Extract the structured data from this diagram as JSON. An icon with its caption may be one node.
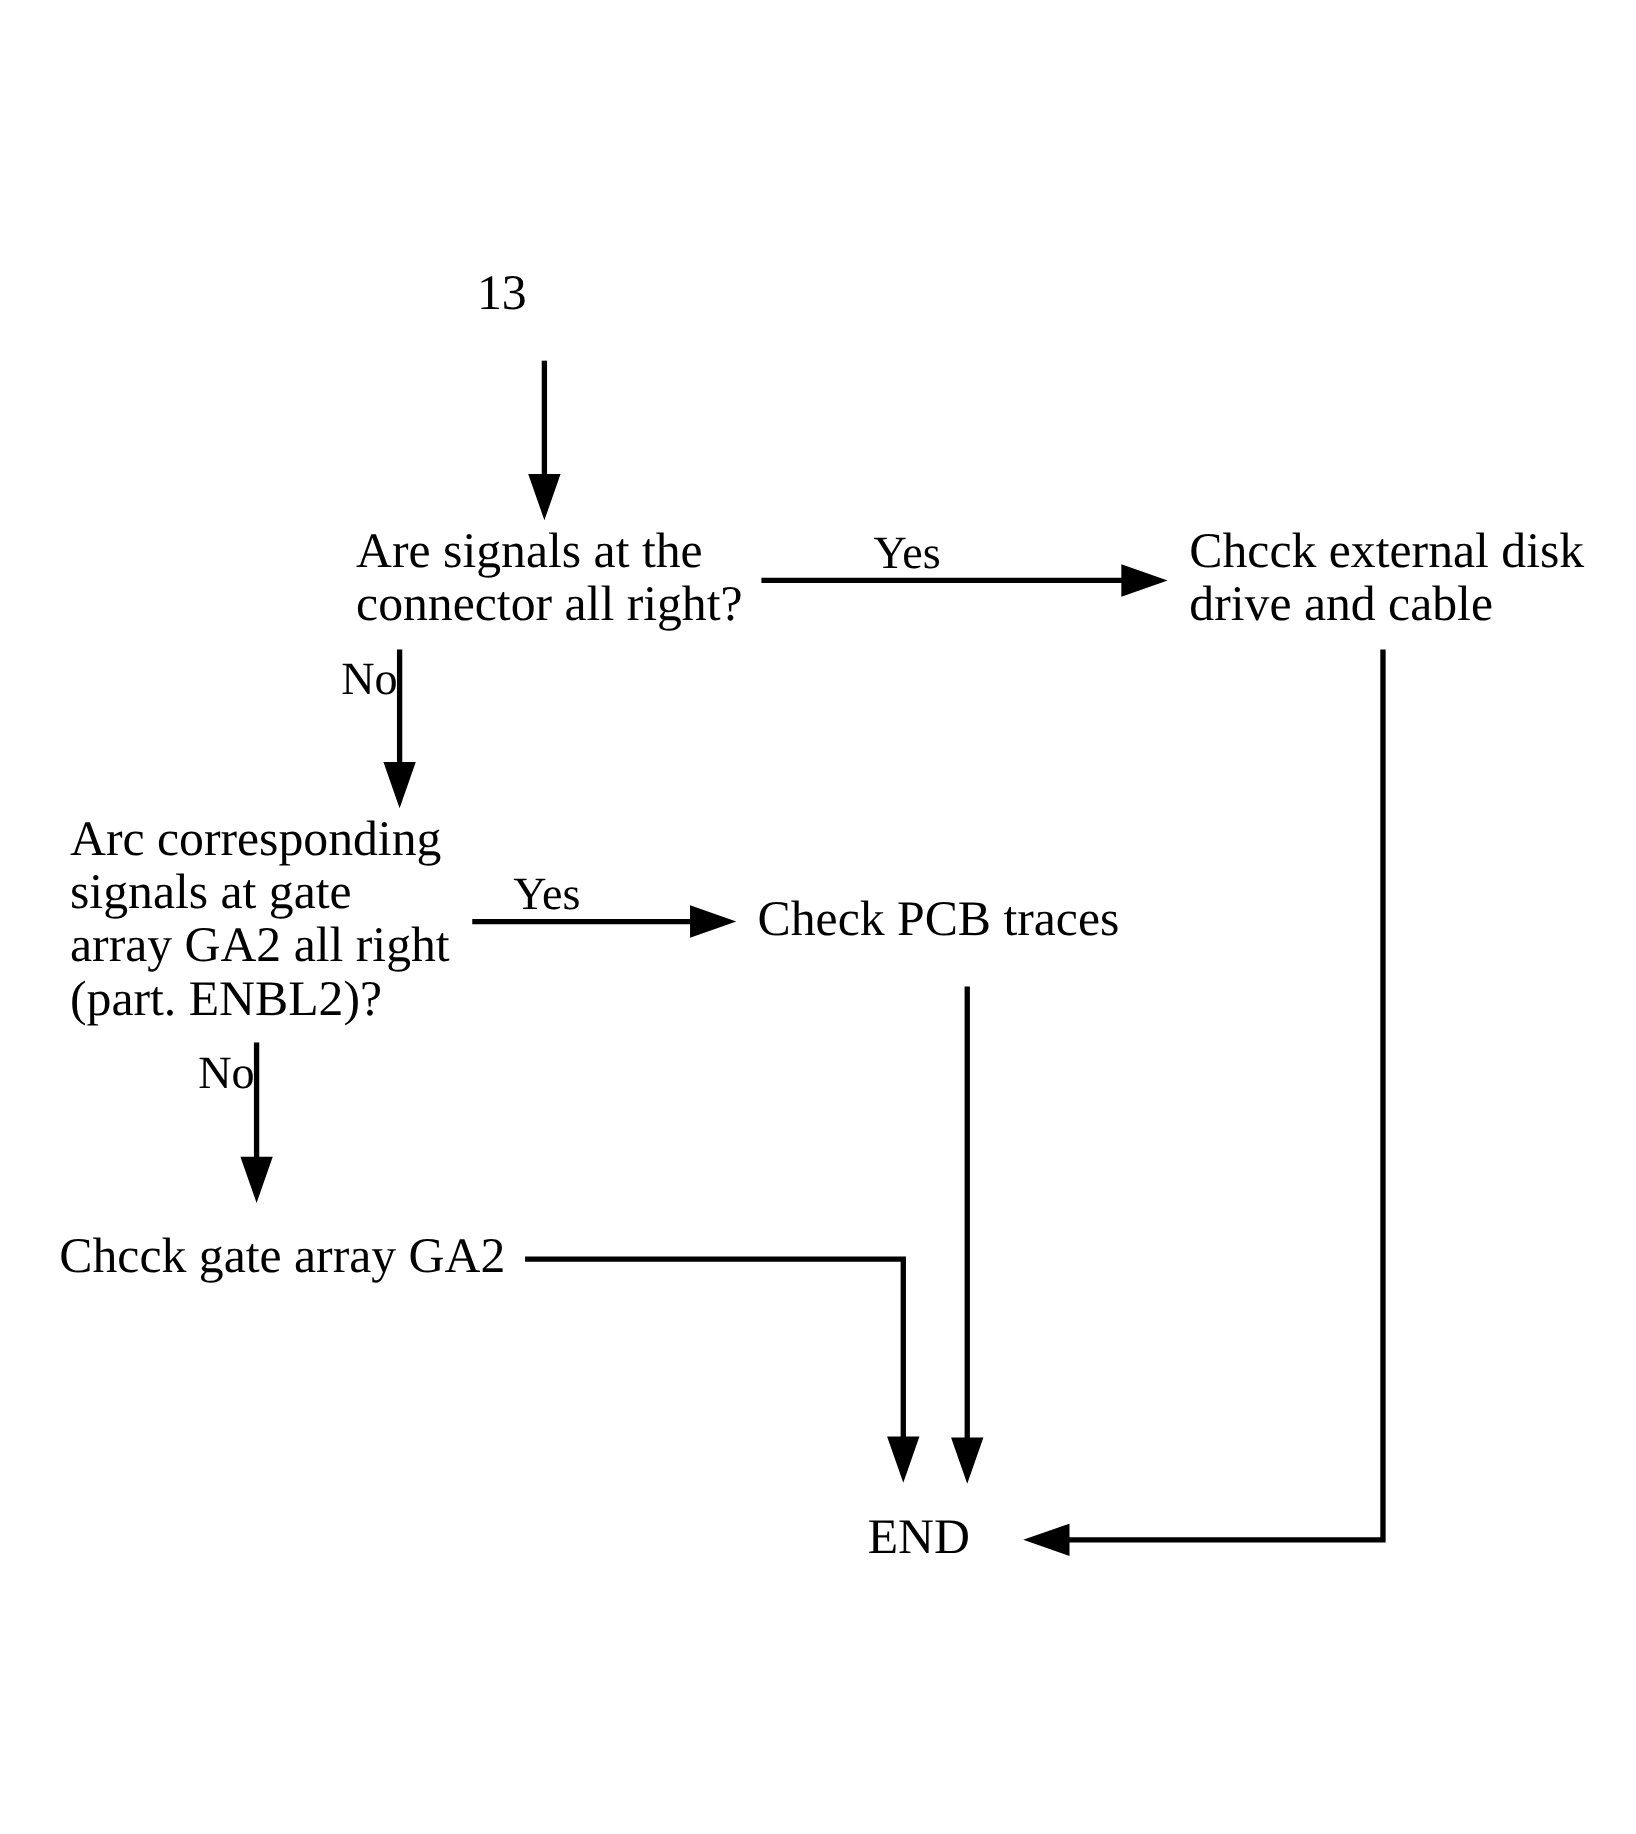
{
  "diagram": {
    "nodes": [
      {
        "text": [
          "13"
        ]
      },
      {
        "text": [
          "Are signals at the connector all right?"
        ]
      },
      {
        "text": [
          "Chcck external disk drive and cable"
        ]
      },
      {
        "text": [
          "Arc corresponding signals at gate array GA2 all right (part. ENBL2)?"
        ]
      },
      {
        "text": [
          "Check PCB traces"
        ]
      },
      {
        "text": [
          "Chcck gate array GA2"
        ]
      },
      {
        "text": [
          "END"
        ]
      }
    ],
    "edges": [
      {
        "from": 0,
        "to": 1,
        "arrow": "to"
      },
      {
        "from": 1,
        "to": 2,
        "arrow": "to",
        "label": "Yes"
      },
      {
        "from": 1,
        "to": 3,
        "arrow": "to",
        "label": "No"
      },
      {
        "from": 3,
        "to": 4,
        "arrow": "to",
        "label": "Yes"
      },
      {
        "from": 3,
        "to": 5,
        "arrow": "to",
        "label": "No"
      },
      {
        "from": 5,
        "to": 6,
        "arrow": "to"
      },
      {
        "from": 2,
        "to": 6,
        "arrow": "to"
      },
      {
        "from": 4,
        "to": 6,
        "arrow": "to"
      }
    ]
  }
}
